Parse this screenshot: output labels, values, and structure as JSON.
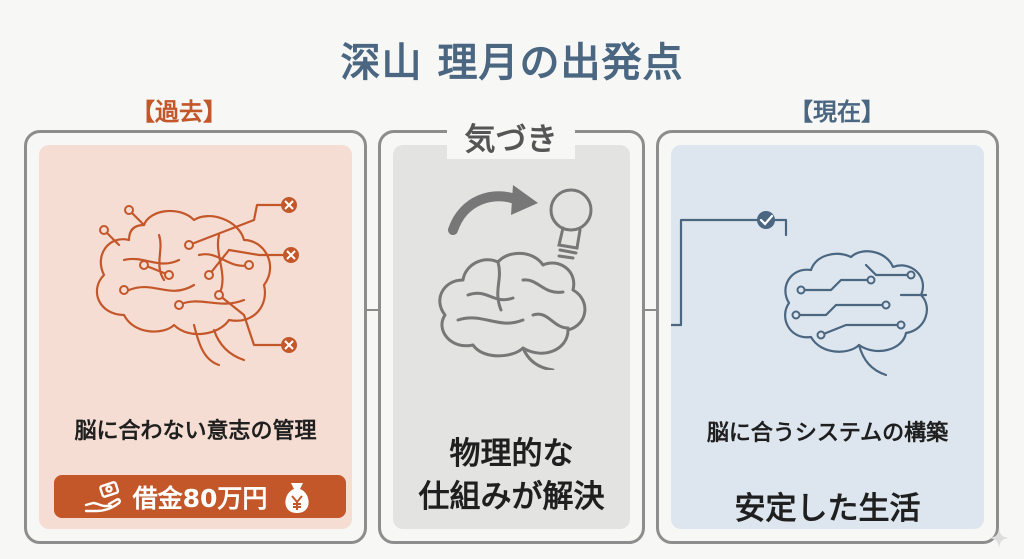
{
  "title": "深山 理月の出発点",
  "past": {
    "label": "【過去】",
    "caption": "脳に合わない意志の管理",
    "debt_label": "借金80万円",
    "icons": [
      "hand-money-icon",
      "money-bag-icon",
      "x-mark-icon"
    ]
  },
  "awareness": {
    "label": "気づき",
    "caption_line1": "物理的な",
    "caption_line2": "仕組みが解決",
    "icons": [
      "curved-arrow-icon",
      "light-bulb-icon"
    ]
  },
  "present": {
    "label": "【現在】",
    "caption": "脳に合うシステムの構築",
    "result": "安定した生活",
    "icons": [
      "check-mark-icon"
    ]
  },
  "colors": {
    "title": "#4a6680",
    "past_accent": "#c4572a",
    "past_bg": "#f5ddd3",
    "aware_bg": "#e3e3e2",
    "present_bg": "#dde6ee",
    "present_accent": "#4a6680"
  }
}
